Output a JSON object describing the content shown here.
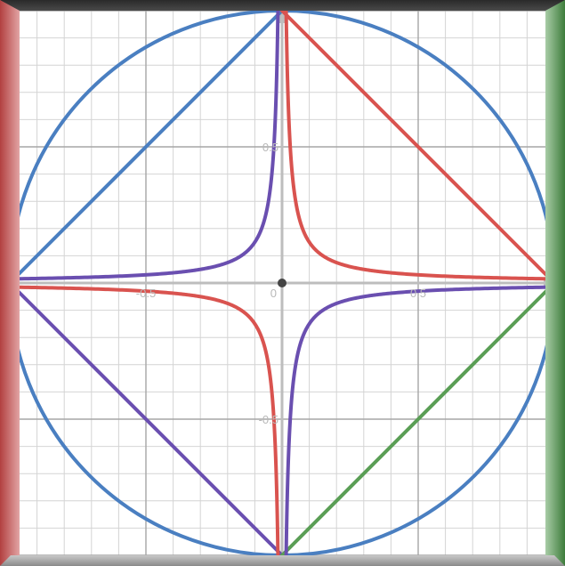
{
  "chart_data": {
    "type": "line",
    "title": "",
    "xlabel": "",
    "ylabel": "",
    "xlim": [
      -1,
      1
    ],
    "ylim": [
      -1,
      1
    ],
    "grid": true,
    "origin_label": "0",
    "x_ticks": [
      {
        "value": -0.5,
        "label": "-0.5"
      },
      {
        "value": 0.5,
        "label": "0.5"
      }
    ],
    "y_ticks": [
      {
        "value": 0.5,
        "label": "0.5"
      },
      {
        "value": -0.5,
        "label": "-0.5"
      }
    ],
    "series": [
      {
        "kind": "circle",
        "color": "#4a7fc1",
        "center": [
          0,
          0
        ],
        "radius": 1
      },
      {
        "kind": "segment",
        "color": "#4a7fc1",
        "points": [
          [
            -1,
            0
          ],
          [
            0,
            1
          ]
        ]
      },
      {
        "kind": "segment",
        "color": "#d9534f",
        "points": [
          [
            0,
            1
          ],
          [
            1,
            0
          ]
        ]
      },
      {
        "kind": "segment",
        "color": "#6a4fb0",
        "points": [
          [
            -1,
            0
          ],
          [
            0,
            -1
          ]
        ]
      },
      {
        "kind": "segment",
        "color": "#5a9e55",
        "points": [
          [
            0,
            -1
          ],
          [
            1,
            0
          ]
        ]
      },
      {
        "kind": "hyperbola",
        "color": "#d9534f",
        "quadrant": 1,
        "k": 0.015
      },
      {
        "kind": "hyperbola",
        "color": "#6a4fb0",
        "quadrant": 2,
        "k": 0.015
      },
      {
        "kind": "hyperbola",
        "color": "#d9534f",
        "quadrant": 3,
        "k": 0.015
      },
      {
        "kind": "hyperbola",
        "color": "#6a4fb0",
        "quadrant": 4,
        "k": 0.015
      }
    ],
    "colors": {
      "grid_minor": "#d4d4d4",
      "grid_major": "#a6a6a6",
      "axis": "#bdbdbd",
      "top_bar": "#2a2a2a",
      "left_bar": "#b24040",
      "right_bar": "#3e7d3c",
      "bottom_bar": "#8a8a8a"
    }
  }
}
